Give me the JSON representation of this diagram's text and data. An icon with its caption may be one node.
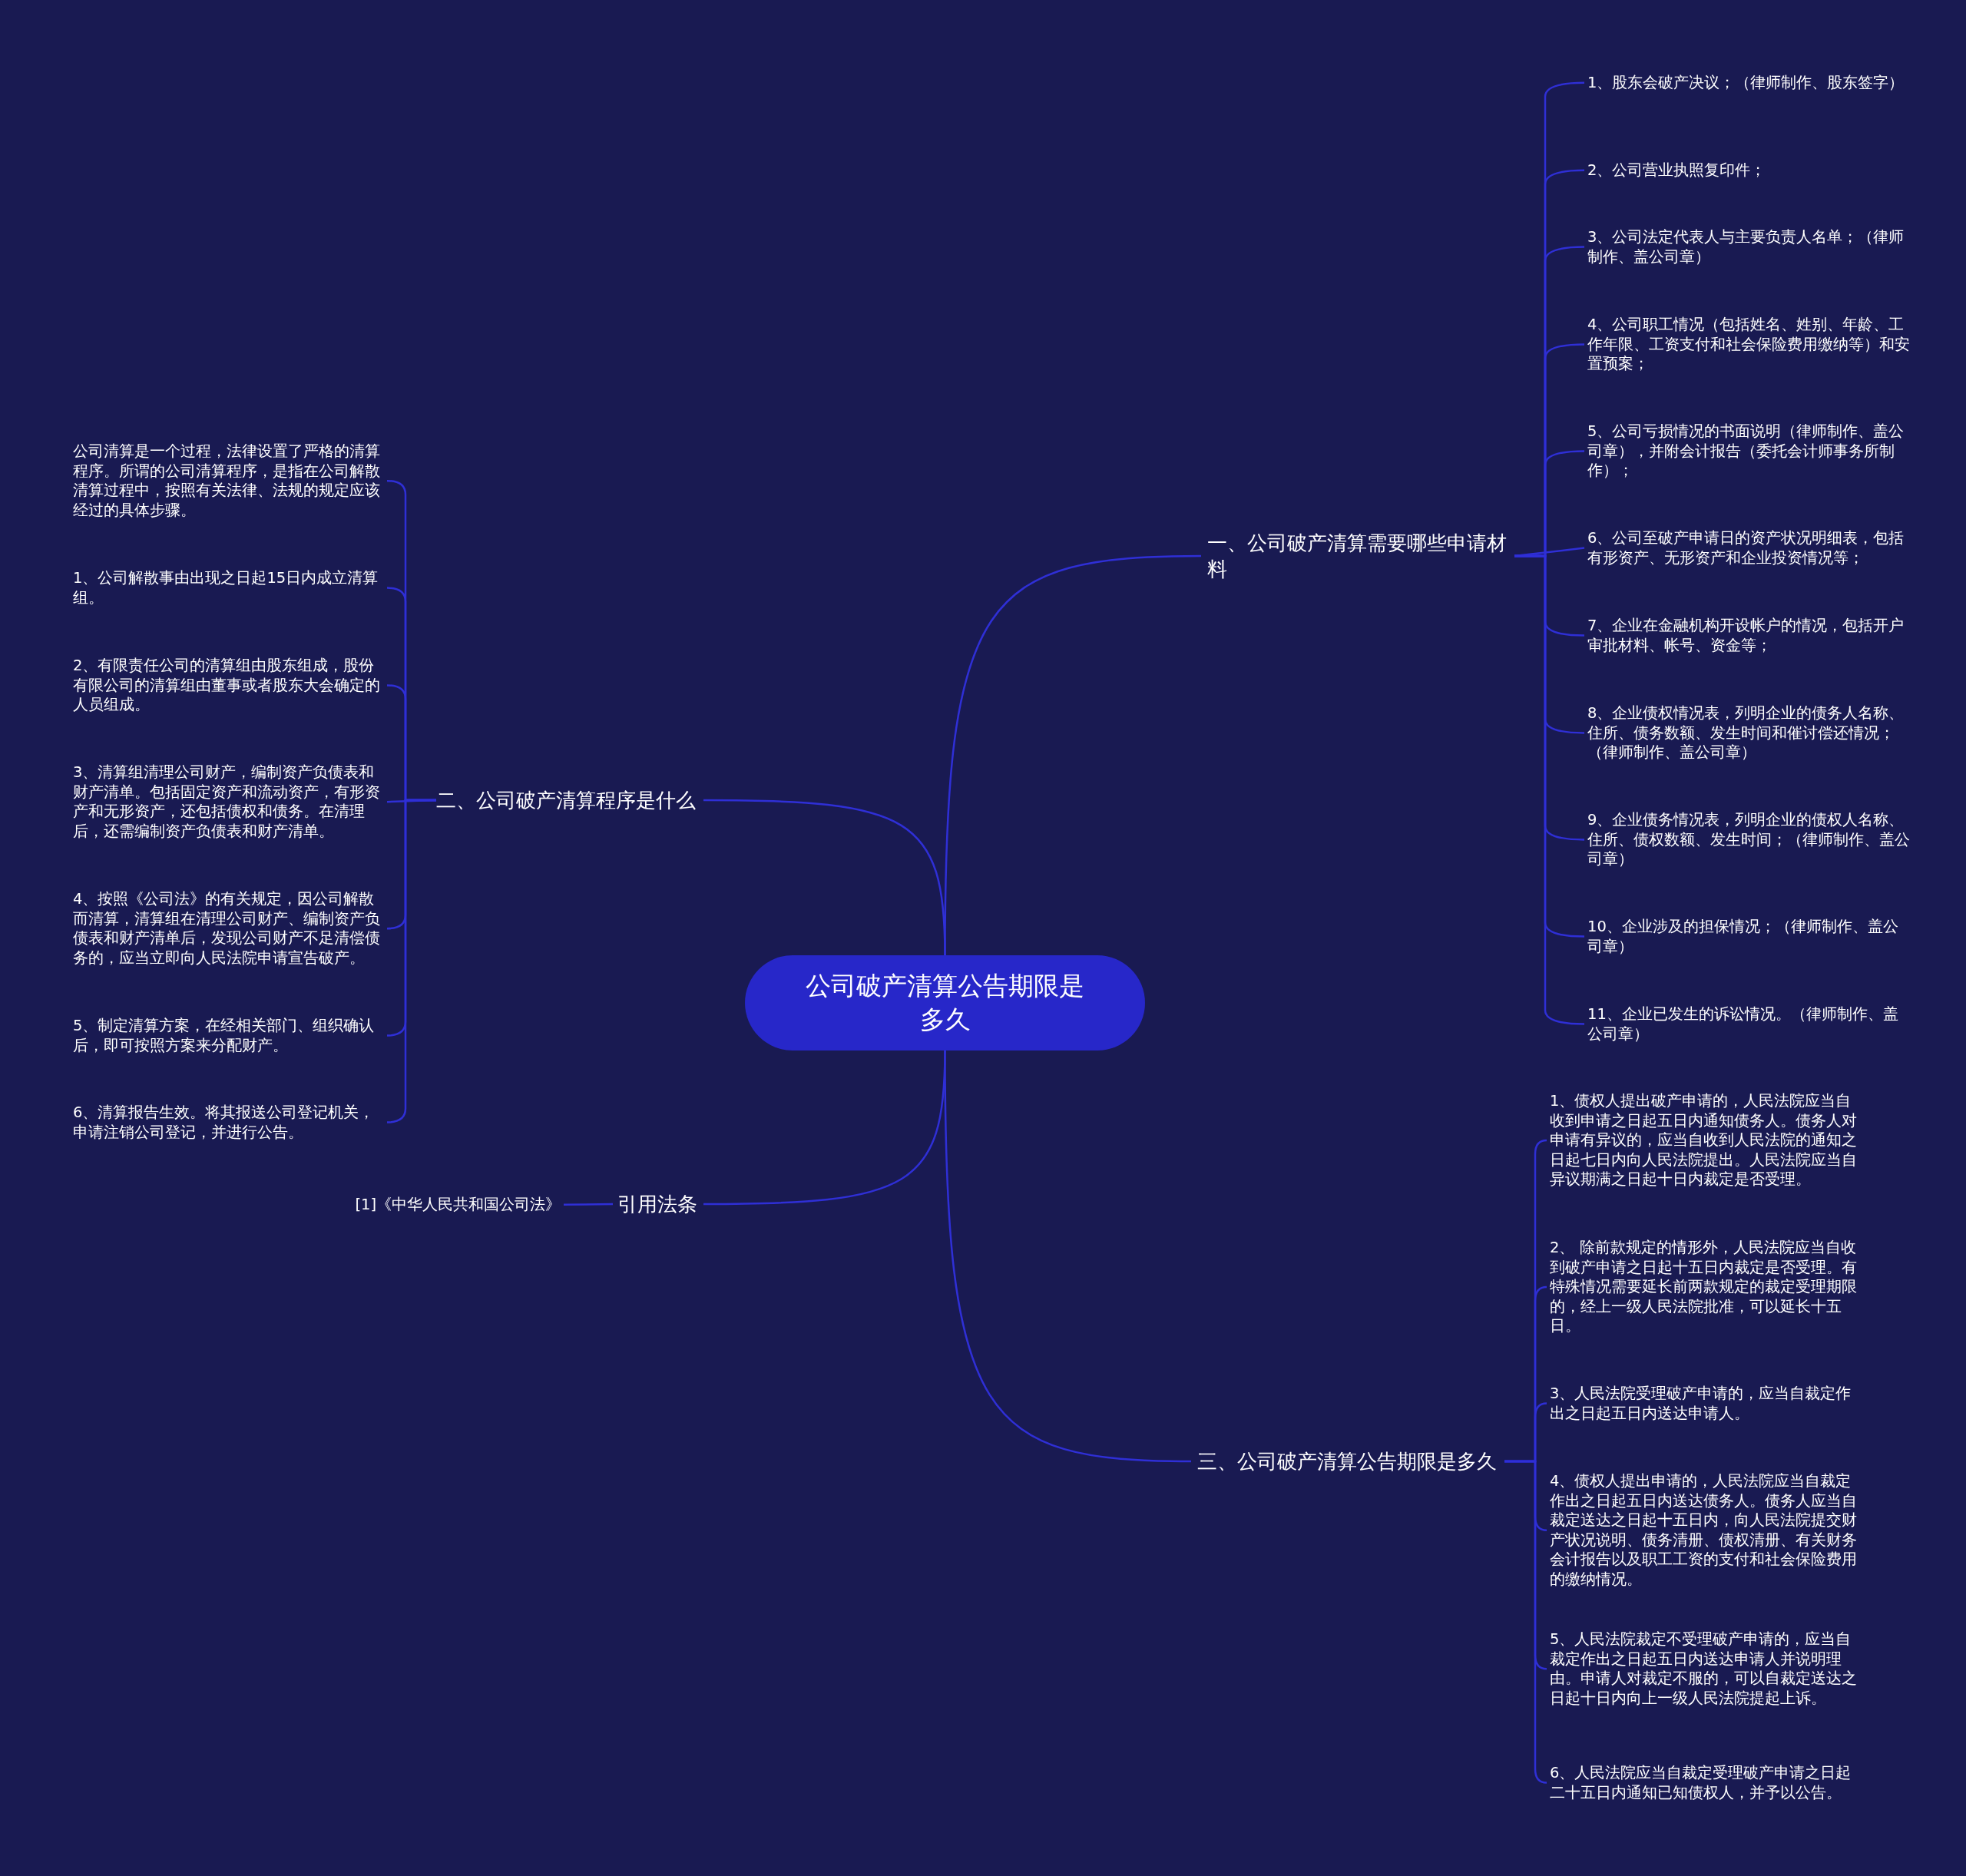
{
  "diagram": {
    "nodes": [
      {
        "text": [
          "公司破产清算公告期限是多久"
        ]
      },
      {
        "text": [
          "一、公司破产清算需要哪些申请材料"
        ]
      },
      {
        "text": [
          "1、股东会破产决议；（律师制作、股东签字）"
        ]
      },
      {
        "text": [
          "2、公司营业执照复印件；"
        ]
      },
      {
        "text": [
          "3、公司法定代表人与主要负责人名单；（律师制作、盖公司章）"
        ]
      },
      {
        "text": [
          "4、公司职工情况（包括姓名、姓别、年龄、工作年限、工资支付和社会保险费用缴纳等）和安置预案；"
        ]
      },
      {
        "text": [
          "5、公司亏损情况的书面说明（律师制作、盖公司章），并附会计报告（委托会计师事务所制作）；"
        ]
      },
      {
        "text": [
          "6、公司至破产申请日的资产状况明细表，包括有形资产、无形资产和企业投资情况等；"
        ]
      },
      {
        "text": [
          "7、企业在金融机构开设帐户的情况，包括开户审批材料、帐号、资金等；"
        ]
      },
      {
        "text": [
          "8、企业债权情况表，列明企业的债务人名称、住所、债务数额、发生时间和催讨偿还情况；（律师制作、盖公司章）"
        ]
      },
      {
        "text": [
          "9、企业债务情况表，列明企业的债权人名称、住所、债权数额、发生时间；（律师制作、盖公司章）"
        ]
      },
      {
        "text": [
          "10、企业涉及的担保情况；（律师制作、盖公司章）"
        ]
      },
      {
        "text": [
          "11、企业已发生的诉讼情况。（律师制作、盖公司章）"
        ]
      },
      {
        "text": [
          "二、公司破产清算程序是什么"
        ]
      },
      {
        "text": [
          "公司清算是一个过程，法律设置了严格的清算程序。所谓的公司清算程序，是指在公司解散清算过程中，按照有关法律、法规的规定应该经过的具体步骤。"
        ]
      },
      {
        "text": [
          "1、公司解散事由出现之日起15日内成立清算组。"
        ]
      },
      {
        "text": [
          "2、有限责任公司的清算组由股东组成，股份有限公司的清算组由董事或者股东大会确定的人员组成。"
        ]
      },
      {
        "text": [
          "3、清算组清理公司财产，编制资产负债表和财产清单。包括固定资产和流动资产，有形资产和无形资产，还包括债权和债务。在清理后，还需编制资产负债表和财产清单。"
        ]
      },
      {
        "text": [
          "4、按照《公司法》的有关规定，因公司解散而清算，清算组在清理公司财产、编制资产负债表和财产清单后，发现公司财产不足清偿债务的，应当立即向人民法院申请宣告破产。"
        ]
      },
      {
        "text": [
          "5、制定清算方案，在经相关部门、组织确认后，即可按照方案来分配财产。"
        ]
      },
      {
        "text": [
          "6、清算报告生效。将其报送公司登记机关，申请注销公司登记，并进行公告。"
        ]
      },
      {
        "text": [
          "引用法条"
        ]
      },
      {
        "text": [
          "[1]《中华人民共和国公司法》"
        ]
      },
      {
        "text": [
          "三、公司破产清算公告期限是多久"
        ]
      },
      {
        "text": [
          "1、债权人提出破产申请的，人民法院应当自收到申请之日起五日内通知债务人。债务人对申请有异议的，应当自收到人民法院的通知之日起七日内向人民法院提出。人民法院应当自异议期满之日起十日内裁定是否受理。"
        ]
      },
      {
        "text": [
          "2、 除前款规定的情形外，人民法院应当自收到破产申请之日起十五日内裁定是否受理。有特殊情况需要延长前两款规定的裁定受理期限的，经上一级人民法院批准，可以延长十五日。"
        ]
      },
      {
        "text": [
          "3、人民法院受理破产申请的，应当自裁定作出之日起五日内送达申请人。"
        ]
      },
      {
        "text": [
          "4、债权人提出申请的，人民法院应当自裁定作出之日起五日内送达债务人。债务人应当自裁定送达之日起十五日内，向人民法院提交财产状况说明、债务清册、债权清册、有关财务会计报告以及职工工资的支付和社会保险费用的缴纳情况。"
        ]
      },
      {
        "text": [
          "5、人民法院裁定不受理破产申请的，应当自裁定作出之日起五日内送达申请人并说明理由。申请人对裁定不服的，可以自裁定送达之日起十日内向上一级人民法院提起上诉。"
        ]
      },
      {
        "text": [
          "6、人民法院应当自裁定受理破产申请之日起二十五日内通知已知债权人，并予以公告。"
        ]
      }
    ],
    "edges": [
      {
        "from": 0,
        "to": 1,
        "arrow": "none"
      },
      {
        "from": 0,
        "to": 13,
        "arrow": "none"
      },
      {
        "from": 0,
        "to": 21,
        "arrow": "none"
      },
      {
        "from": 0,
        "to": 23,
        "arrow": "none"
      },
      {
        "from": 1,
        "to": 2,
        "arrow": "none"
      },
      {
        "from": 1,
        "to": 3,
        "arrow": "none"
      },
      {
        "from": 1,
        "to": 4,
        "arrow": "none"
      },
      {
        "from": 1,
        "to": 5,
        "arrow": "none"
      },
      {
        "from": 1,
        "to": 6,
        "arrow": "none"
      },
      {
        "from": 1,
        "to": 7,
        "arrow": "none"
      },
      {
        "from": 1,
        "to": 8,
        "arrow": "none"
      },
      {
        "from": 1,
        "to": 9,
        "arrow": "none"
      },
      {
        "from": 1,
        "to": 10,
        "arrow": "none"
      },
      {
        "from": 1,
        "to": 11,
        "arrow": "none"
      },
      {
        "from": 1,
        "to": 12,
        "arrow": "none"
      },
      {
        "from": 13,
        "to": 14,
        "arrow": "none"
      },
      {
        "from": 13,
        "to": 15,
        "arrow": "none"
      },
      {
        "from": 13,
        "to": 16,
        "arrow": "none"
      },
      {
        "from": 13,
        "to": 17,
        "arrow": "none"
      },
      {
        "from": 13,
        "to": 18,
        "arrow": "none"
      },
      {
        "from": 13,
        "to": 19,
        "arrow": "none"
      },
      {
        "from": 13,
        "to": 20,
        "arrow": "none"
      },
      {
        "from": 21,
        "to": 22,
        "arrow": "none"
      },
      {
        "from": 23,
        "to": 24,
        "arrow": "none"
      },
      {
        "from": 23,
        "to": 25,
        "arrow": "none"
      },
      {
        "from": 23,
        "to": 26,
        "arrow": "none"
      },
      {
        "from": 23,
        "to": 27,
        "arrow": "none"
      },
      {
        "from": 23,
        "to": 28,
        "arrow": "none"
      },
      {
        "from": 23,
        "to": 29,
        "arrow": "none"
      }
    ]
  }
}
